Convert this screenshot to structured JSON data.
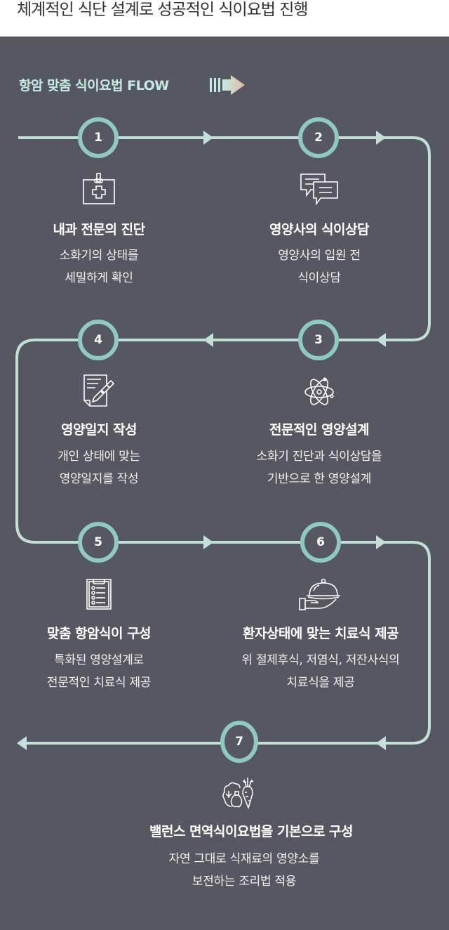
{
  "header": {
    "title": "체계적인 식단 설계로 성공적인 식이요법 진행"
  },
  "flow": {
    "title": "항암 맞춤 식이요법 FLOW",
    "colors": {
      "line": "#c3e0d6",
      "circle": "#8fcac0",
      "background": "#575761",
      "title": "#c4ebe3"
    },
    "steps": [
      {
        "number": "1",
        "icon": "medical-kit-icon",
        "title": "내과 전문의 진단",
        "desc": [
          "소화기의 상태를",
          "세밀하게 확인"
        ]
      },
      {
        "number": "2",
        "icon": "chat-bubbles-icon",
        "title": "영양사의 식이상담",
        "desc": [
          "영양사의 입원 전",
          "식이상담"
        ]
      },
      {
        "number": "3",
        "icon": "atom-icon",
        "title": "전문적인 영양설계",
        "desc": [
          "소화기 진단과 식이상담을",
          "기반으로 한 영양설계"
        ]
      },
      {
        "number": "4",
        "icon": "document-pen-icon",
        "title": "영양일지 작성",
        "desc": [
          "개인 상태에 맞는",
          "영양일지를 작성"
        ]
      },
      {
        "number": "5",
        "icon": "clipboard-checklist-icon",
        "title": "맞춤 항암식이 구성",
        "desc": [
          "특화된 영양설계로",
          "전문적인 치료식 제공"
        ]
      },
      {
        "number": "6",
        "icon": "serving-cloche-icon",
        "title": "환자상태에 맞는 치료식 제공",
        "desc": [
          "위 절제후식, 저염식, 저잔사식의",
          "치료식을 제공"
        ]
      },
      {
        "number": "7",
        "icon": "vegetables-icon",
        "title": "밸런스 면역식이요법을 기본으로 구성",
        "desc": [
          "자연 그대로 식재료의 영양소를",
          "보전하는 조리법 적용"
        ]
      }
    ]
  }
}
